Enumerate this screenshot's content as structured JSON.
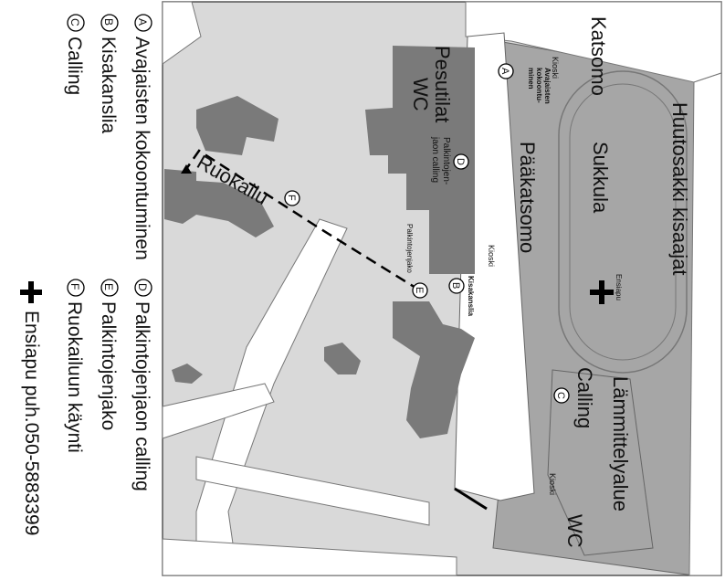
{
  "map": {
    "labels": {
      "katsomo": "Katsomo",
      "huutosakki": "Huutosakki kisaajat",
      "sukkula": "Sukkula",
      "paakatsomo": "Pääkatsomo",
      "pesutilat": "Pesutilat",
      "wc_top": "WC",
      "ruokailu": "Ruokailu",
      "lammittelyalue": "Lämmittelyalue",
      "calling": "Calling",
      "wc_bottom": "WC",
      "kioski_top": "Kioski",
      "kioski_mid": "Kioski",
      "kioski_bottom": "Kioski",
      "avajaisten_line1": "Avajaisten",
      "avajaisten_line2": "kokoontu-",
      "avajaisten_line3": "minen",
      "palkinto_line1": "Palkintojen-",
      "palkinto_line2": "jaon calling",
      "palkintojenjako": "Palkintojenjako",
      "kisakanslia_small": "Kisakanslia",
      "ensiapu_small": "Ensiapu"
    },
    "markers": {
      "a": "A",
      "b": "B",
      "c": "C",
      "d": "D",
      "e": "E",
      "f": "F"
    }
  },
  "legend": {
    "col1": [
      {
        "letter": "A",
        "text": "Avajaisten kokoontuminen"
      },
      {
        "letter": "B",
        "text": "Kisakanslia"
      },
      {
        "letter": "C",
        "text": "Calling"
      }
    ],
    "col2": [
      {
        "letter": "D",
        "text": "Palkintojenjaon calling"
      },
      {
        "letter": "E",
        "text": "Palkintojenjako"
      },
      {
        "letter": "F",
        "text": "Ruokailuun käynti"
      }
    ],
    "ensiapu": "Ensiapu puh.050-5883399"
  }
}
